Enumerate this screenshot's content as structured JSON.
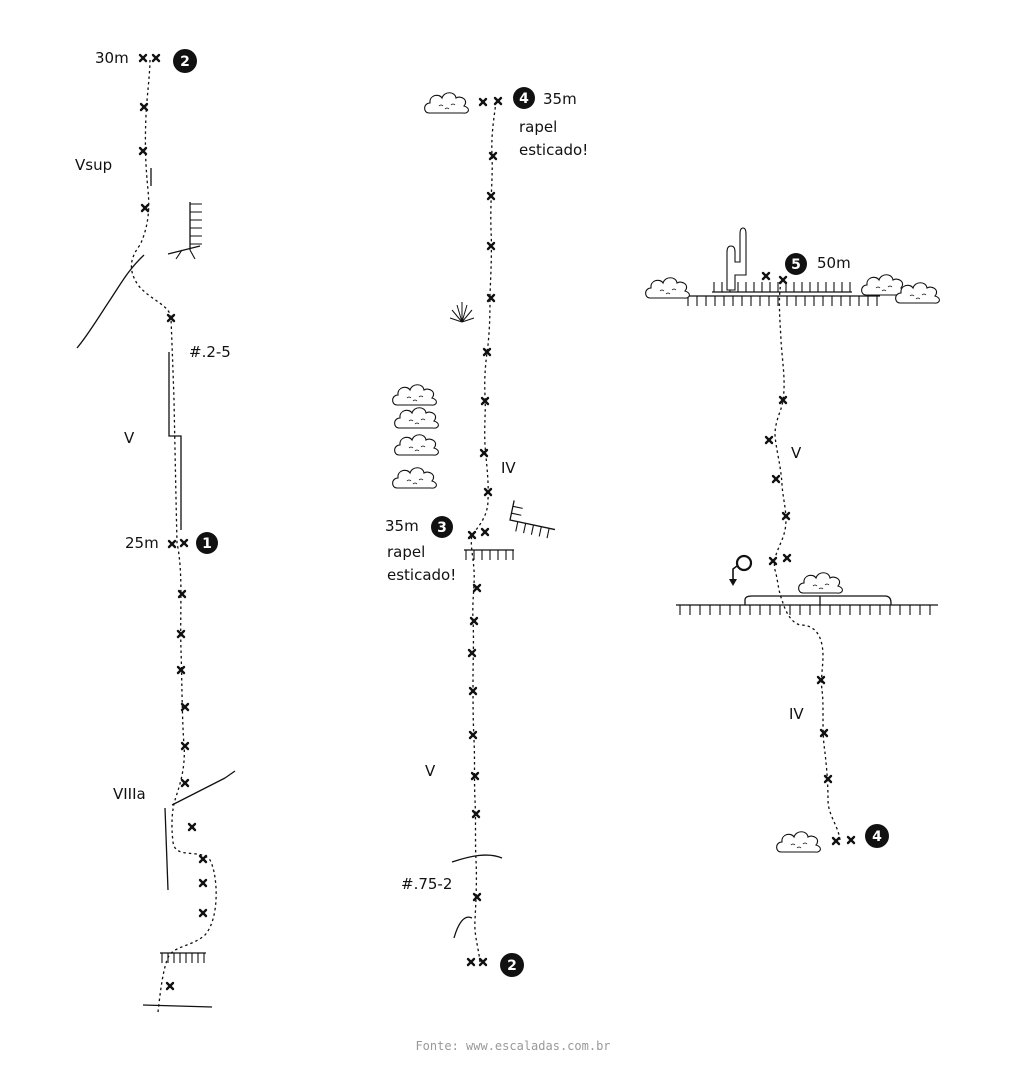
{
  "topo": {
    "source": "Fonte: www.escaladas.com.br",
    "pitch1": {
      "anchor_number": "1",
      "anchor_length": "25m",
      "grade_lower": "VIIIa",
      "grade_middle": "V",
      "gear": "#.2-5",
      "grade_upper": "Vsup",
      "top_number": "2",
      "top_length": "30m"
    },
    "pitch2": {
      "start_number": "2",
      "gear": "#.75-2",
      "grade_lower": "V",
      "anchor_number": "3",
      "anchor_length": "35m",
      "anchor_note_1": "rapel",
      "anchor_note_2": "esticado!",
      "grade_upper": "IV",
      "top_number": "4",
      "top_length": "35m",
      "top_note_1": "rapel",
      "top_note_2": "esticado!"
    },
    "pitch3": {
      "start_number": "4",
      "grade_lower": "IV",
      "grade_upper": "V",
      "top_number": "5",
      "top_length": "50m"
    }
  }
}
